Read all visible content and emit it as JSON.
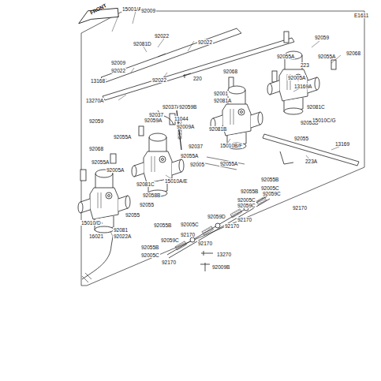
{
  "diagram": {
    "labels": [
      "E1611",
      "FRONT",
      "15001/A",
      "92009",
      "92022",
      "92022",
      "92081D",
      "92009",
      "92022",
      "92022",
      "13168",
      "220",
      "92059",
      "92068",
      "92055A",
      "92055A",
      "223",
      "92005A",
      "13169A",
      "92068",
      "13270A",
      "92037",
      "92001",
      "92081A",
      "92081C",
      "92037A",
      "92059B",
      "11044",
      "92059",
      "92059A",
      "92009A",
      "92081B",
      "92058B",
      "92055A",
      "92068",
      "92037",
      "15010B/F",
      "92055",
      "13169",
      "92055A",
      "92005A",
      "92055A",
      "92005",
      "92055A",
      "223A",
      "92081C",
      "15010A/E",
      "15010C/G",
      "92058B",
      "92055",
      "92055",
      "15010/D",
      "92081",
      "92022A",
      "16021",
      "92055B",
      "92005C",
      "92059C",
      "92170",
      "92055B",
      "92005C",
      "92059C",
      "92059D",
      "92170",
      "92170",
      "92055B",
      "92005C",
      "92170",
      "92059C",
      "92170",
      "92055B",
      "92005C",
      "92170",
      "13270",
      "92009B"
    ]
  }
}
